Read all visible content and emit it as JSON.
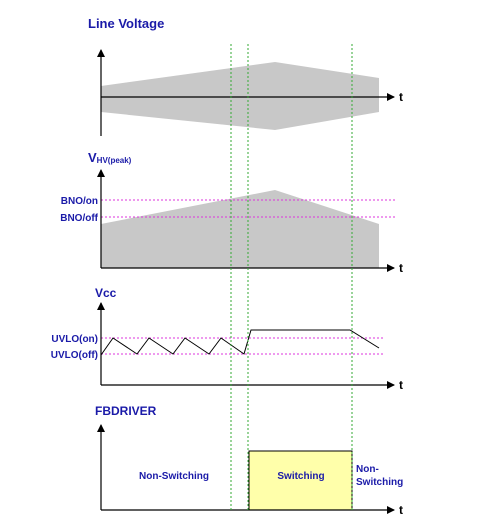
{
  "panels": {
    "line_voltage": {
      "title": "Line Voltage",
      "axis": "t"
    },
    "vhv": {
      "title_main": "V",
      "title_sub": "HV(peak)",
      "axis": "t",
      "level_on": "BNO/on",
      "level_off": "BNO/off"
    },
    "vcc": {
      "title": "Vcc",
      "axis": "t",
      "level_on": "UVLO(on)",
      "level_off": "UVLO(off)"
    },
    "fbdriver": {
      "title": "FBDRIVER",
      "axis": "t",
      "state_left": "Non-Switching",
      "state_mid": "Switching",
      "state_right_line1": "Non-",
      "state_right_line2": "Switching"
    }
  },
  "colors": {
    "label": "#1a1aa8",
    "envelope_fill": "#c8c8c8",
    "threshold_line": "#dd33dd",
    "marker_line": "#33aa33",
    "switching_fill": "#ffffaa"
  }
}
